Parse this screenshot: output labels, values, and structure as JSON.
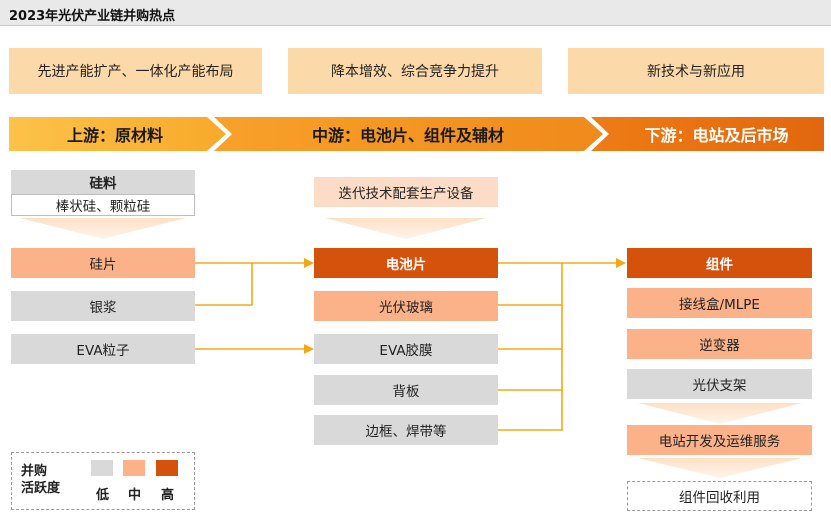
{
  "title": "2023年光伏产业链并购热点",
  "themes": [
    "先进产能扩产、一体化产能布局",
    "降本增效、综合竞争力提升",
    "新技术与新应用"
  ],
  "stages": {
    "upstream": "上游：原材料",
    "midstream": "中游：电池片、组件及辅材",
    "downstream": "下游：电站及后市场"
  },
  "upstream": {
    "silicon_header": "硅料",
    "silicon_sub": "棒状硅、颗粒硅",
    "wafer": "硅片",
    "paste": "银浆",
    "eva_pellet": "EVA粒子"
  },
  "midstream": {
    "equipment": "迭代技术配套生产设备",
    "cell": "电池片",
    "glass": "光伏玻璃",
    "eva_film": "EVA胶膜",
    "backsheet": "背板",
    "frame": "边框、焊带等"
  },
  "downstream": {
    "module": "组件",
    "junction_box": "接线盒/MLPE",
    "inverter": "逆变器",
    "bracket": "光伏支架",
    "plant_service": "电站开发及运维服务",
    "recycling": "组件回收利用"
  },
  "legend": {
    "title_line1": "并购",
    "title_line2": "活跃度",
    "low": "低",
    "mid": "中",
    "high": "高"
  },
  "colors": {
    "low": "#d9d9d9",
    "mid": "#fbb289",
    "high": "#d5520c",
    "arrow": "#f5a814"
  }
}
